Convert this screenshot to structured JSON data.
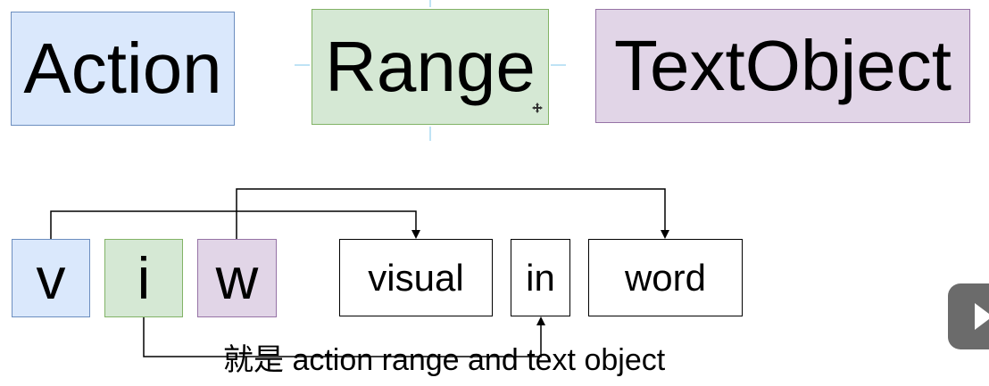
{
  "top_boxes": {
    "action": "Action",
    "range": "Range",
    "textobject": "TextObject"
  },
  "keys": {
    "v": "v",
    "i": "i",
    "w": "w"
  },
  "words": {
    "visual": "visual",
    "in": "in",
    "word": "word"
  },
  "caption": "就是 action range and text object",
  "icons": [
    "move-handle-icon",
    "play-badge-icon"
  ],
  "colors": {
    "action_fill": "#dae8fc",
    "range_fill": "#d5e8d4",
    "textobject_fill": "#e1d5e7"
  }
}
